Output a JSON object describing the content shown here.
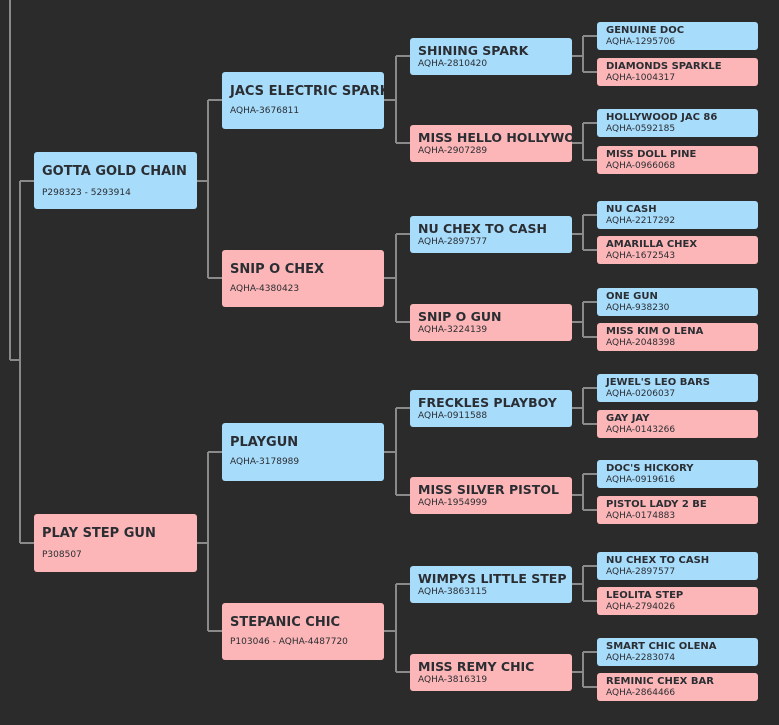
{
  "colors": {
    "background": "#2b2b2b",
    "connector": "#8a8a8a",
    "sire": "#a8dcfb",
    "dam": "#fdb6b7",
    "text": "#2a2e33"
  },
  "pedigree": {
    "sire": {
      "name": "GOTTA GOLD CHAIN",
      "reg": "P298323 - 5293914",
      "sire": {
        "name": "JACS ELECTRIC SPARK",
        "reg": "AQHA-3676811",
        "sire": {
          "name": "SHINING SPARK",
          "reg": "AQHA-2810420",
          "sire": {
            "name": "GENUINE DOC",
            "reg": "AQHA-1295706"
          },
          "dam": {
            "name": "DIAMONDS SPARKLE",
            "reg": "AQHA-1004317"
          }
        },
        "dam": {
          "name": "MISS HELLO HOLLYWOOD",
          "reg": "AQHA-2907289",
          "sire": {
            "name": "HOLLYWOOD JAC 86",
            "reg": "AQHA-0592185"
          },
          "dam": {
            "name": "MISS DOLL PINE",
            "reg": "AQHA-0966068"
          }
        }
      },
      "dam": {
        "name": "SNIP O CHEX",
        "reg": "AQHA-4380423",
        "sire": {
          "name": "NU CHEX TO CASH",
          "reg": "AQHA-2897577",
          "sire": {
            "name": "NU CASH",
            "reg": "AQHA-2217292"
          },
          "dam": {
            "name": "AMARILLA CHEX",
            "reg": "AQHA-1672543"
          }
        },
        "dam": {
          "name": "SNIP O GUN",
          "reg": "AQHA-3224139",
          "sire": {
            "name": "ONE GUN",
            "reg": "AQHA-938230"
          },
          "dam": {
            "name": "MISS KIM O LENA",
            "reg": "AQHA-2048398"
          }
        }
      }
    },
    "dam": {
      "name": "PLAY STEP GUN",
      "reg": "P308507",
      "sire": {
        "name": "PLAYGUN",
        "reg": "AQHA-3178989",
        "sire": {
          "name": "FRECKLES PLAYBOY",
          "reg": "AQHA-0911588",
          "sire": {
            "name": "JEWEL'S LEO BARS",
            "reg": "AQHA-0206037"
          },
          "dam": {
            "name": "GAY JAY",
            "reg": "AQHA-0143266"
          }
        },
        "dam": {
          "name": "MISS SILVER PISTOL",
          "reg": "AQHA-1954999",
          "sire": {
            "name": "DOC'S HICKORY",
            "reg": "AQHA-0919616"
          },
          "dam": {
            "name": "PISTOL LADY 2 BE",
            "reg": "AQHA-0174883"
          }
        }
      },
      "dam": {
        "name": "STEPANIC CHIC",
        "reg": "P103046 - AQHA-4487720",
        "sire": {
          "name": "WIMPYS LITTLE STEP",
          "reg": "AQHA-3863115",
          "sire": {
            "name": "NU CHEX TO CASH",
            "reg": "AQHA-2897577"
          },
          "dam": {
            "name": "LEOLITA STEP",
            "reg": "AQHA-2794026"
          }
        },
        "dam": {
          "name": "MISS REMY CHIC",
          "reg": "AQHA-3816319",
          "sire": {
            "name": "SMART CHIC OLENA",
            "reg": "AQHA-2283074"
          },
          "dam": {
            "name": "REMINIC CHEX BAR",
            "reg": "AQHA-2864466"
          }
        }
      }
    }
  }
}
